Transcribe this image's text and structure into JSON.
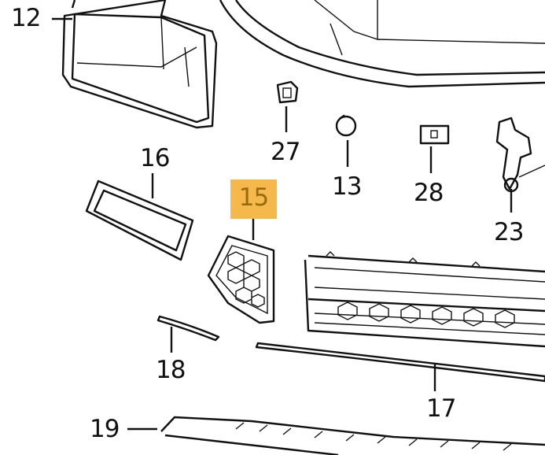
{
  "diagram": {
    "highlight_color": "#f5b84a",
    "highlighted_part": "15",
    "callouts": [
      {
        "id": "12",
        "label": "12"
      },
      {
        "id": "27",
        "label": "27"
      },
      {
        "id": "13",
        "label": "13"
      },
      {
        "id": "28",
        "label": "28"
      },
      {
        "id": "23",
        "label": "23"
      },
      {
        "id": "16",
        "label": "16"
      },
      {
        "id": "15",
        "label": "15"
      },
      {
        "id": "18",
        "label": "18"
      },
      {
        "id": "17",
        "label": "17"
      },
      {
        "id": "19",
        "label": "19"
      }
    ]
  }
}
